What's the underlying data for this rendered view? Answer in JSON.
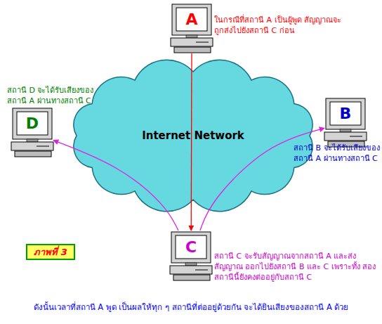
{
  "diagram": {
    "caption": "ดังนั้นเวลาที่สถานี A พูด เป็นผลให้ทุก ๆ สถานีที่ต่ออยู่ด้วยกัน จะได้ยินเสียงของสถานี A ด้วย",
    "nodes": [
      {
        "text": [
          "A"
        ]
      },
      {
        "text": [
          "D"
        ]
      },
      {
        "text": [
          "Internet Network"
        ]
      },
      {
        "text": [
          "B"
        ]
      },
      {
        "text": [
          "C"
        ]
      },
      {
        "text": [
          "ภาพที่ 3"
        ]
      }
    ],
    "edges": [
      {
        "from": 0,
        "to": 4,
        "arrow": "to"
      },
      {
        "from": 4,
        "to": 1,
        "arrow": "to"
      },
      {
        "from": 4,
        "to": 3,
        "arrow": "to"
      }
    ],
    "labels": [
      "ในกรณีที่สถานี A เป็นผู้พูด สัญญาณจะถูกส่งไปยังสถานี C ก่อน",
      "สถานี D จะได้รับเสียงของ สถานี A ผ่านทางสถานี C",
      "สถานี B จะได้รับเสียงของ สถานี A ผ่านทางสถานี C",
      "สถานี C จะรับสัญญาณจากสถานี A และส่ง สัญญาณ ออกไปยังสถานี B และ C เพราะทั้ง สองสถานีนี้ยังคงต่ออยู่กับสถานี C"
    ]
  }
}
